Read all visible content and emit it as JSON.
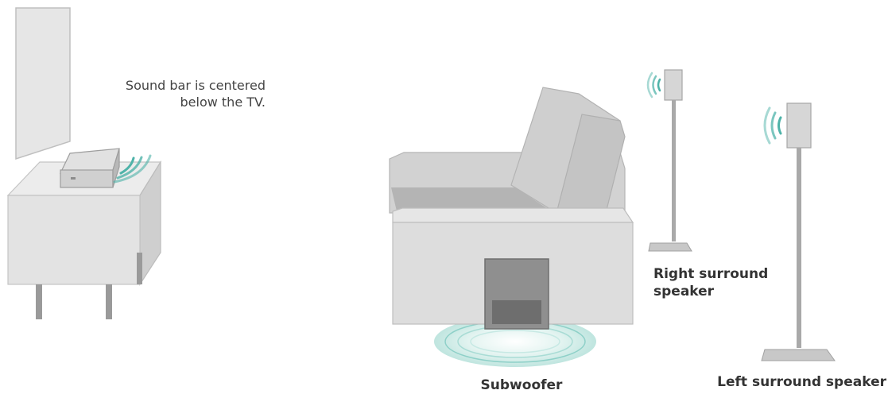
{
  "labels": {
    "soundbar_note_line1": "Sound bar is centered",
    "soundbar_note_line2": "below the TV.",
    "right_surround_line1": "Right surround",
    "right_surround_line2": "speaker",
    "subwoofer": "Subwoofer",
    "left_surround": "Left surround speaker"
  },
  "colors": {
    "furniture_light": "#dcdcdc",
    "furniture_mid": "#c9c9c9",
    "furniture_dark": "#a8a8a8",
    "outline": "#bdbdbd",
    "sound_wave": "#4fb3a9",
    "subwoofer_body": "#8c8c8c"
  }
}
